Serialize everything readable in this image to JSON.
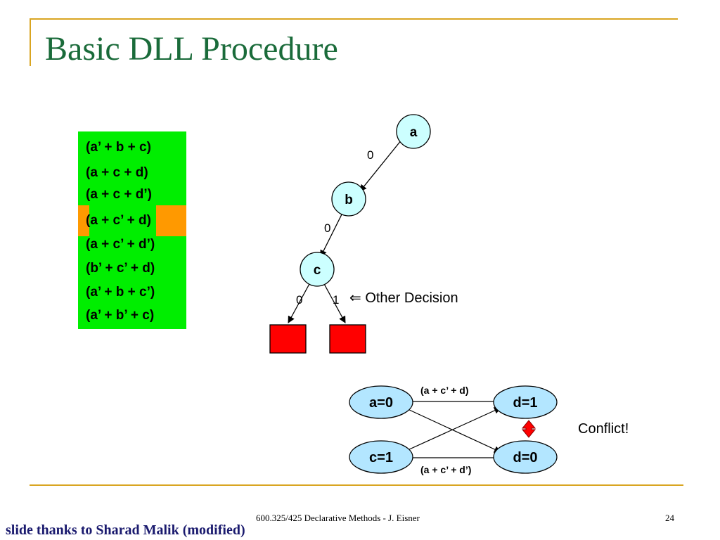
{
  "slide": {
    "title": "Basic DLL Procedure",
    "footer": "600.325/425 Declarative Methods - J. Eisner",
    "page_number": "24",
    "credit": "slide thanks to Sharad Malik (modified)"
  },
  "clauses": [
    "(a’ + b + c)",
    "(a + c + d)",
    "(a + c + d’)",
    "(a + c’ + d)",
    "(a + c’ + d’)",
    "(b’ + c’ + d)",
    "(a’ + b + c’)",
    "(a’ + b’ + c)"
  ],
  "tree": {
    "nodes": [
      "a",
      "b",
      "c"
    ],
    "edge_labels": [
      "0",
      "0",
      "0",
      "1"
    ],
    "other_decision_label": "⇐ Other Decision"
  },
  "implication_graph": {
    "nodes": [
      "a=0",
      "c=1",
      "d=1",
      "d=0"
    ],
    "clause_top": "(a + c’ + d)",
    "clause_bottom": "(a + c’ + d’)",
    "conflict_label": "Conflict!"
  },
  "colors": {
    "title": "#1a6b3a",
    "rule": "#d9a521",
    "clause_bg": "#00ee00",
    "highlight": "#ff9900",
    "node_fill": "#ccffff",
    "ig_node_fill": "#b3e6ff",
    "conflict_fill": "#ff0000"
  }
}
